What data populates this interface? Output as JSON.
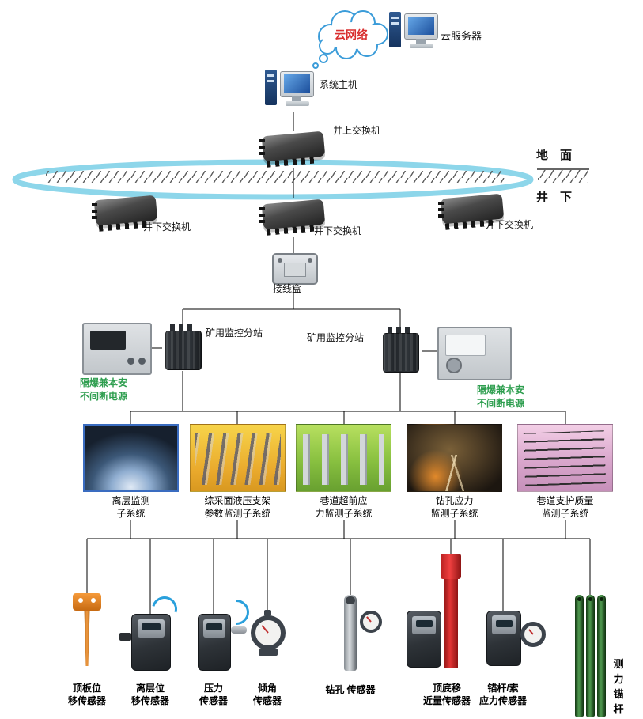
{
  "colors": {
    "ring": "#8dd6ea",
    "cloud_outline": "#3b9cd9",
    "cloud_text": "#d93030",
    "ups_text": "#2e9e4f",
    "connection_line": "#000000",
    "card1_border": "#3a6cc0",
    "red_pole": "#e23535",
    "force_bolt_green": "#4f9a4f",
    "roof_sensor_orange": "#e07818"
  },
  "network": {
    "cloud_label": "云网络",
    "cloud_server_label": "云服务器",
    "host_label": "系统主机",
    "surface_switch_label": "井上交换机",
    "ground_label": "地　面",
    "underground_label": "井　下",
    "underground_switch_labels": [
      "井下交换机",
      "井下交换机",
      "井下交换机"
    ],
    "junction_box_label": "接线盒",
    "substation_left_label": "矿用监控分站",
    "substation_right_label": "矿用监控分站",
    "ups_left_label": "隔爆兼本安\n不间断电源",
    "ups_right_label": "隔爆兼本安\n不间断电源"
  },
  "subsystems": [
    {
      "label": "离层监测\n子系统"
    },
    {
      "label": "综采面液压支架\n参数监测子系统"
    },
    {
      "label": "巷道超前应\n力监测子系统"
    },
    {
      "label": "钻孔应力\n监测子系统"
    },
    {
      "label": "巷道支护质量\n监测子系统"
    }
  ],
  "sensors": [
    {
      "label": "顶板位\n移传感器"
    },
    {
      "label": "离层位\n移传感器"
    },
    {
      "label": "压力\n传感器"
    },
    {
      "label": "倾角\n传感器"
    },
    {
      "label": "钻孔 传感器"
    },
    {
      "label": "顶底移\n近量传感器"
    },
    {
      "label": "锚杆/索\n应力传感器"
    },
    {
      "label": "测\n力\n锚\n杆"
    }
  ]
}
